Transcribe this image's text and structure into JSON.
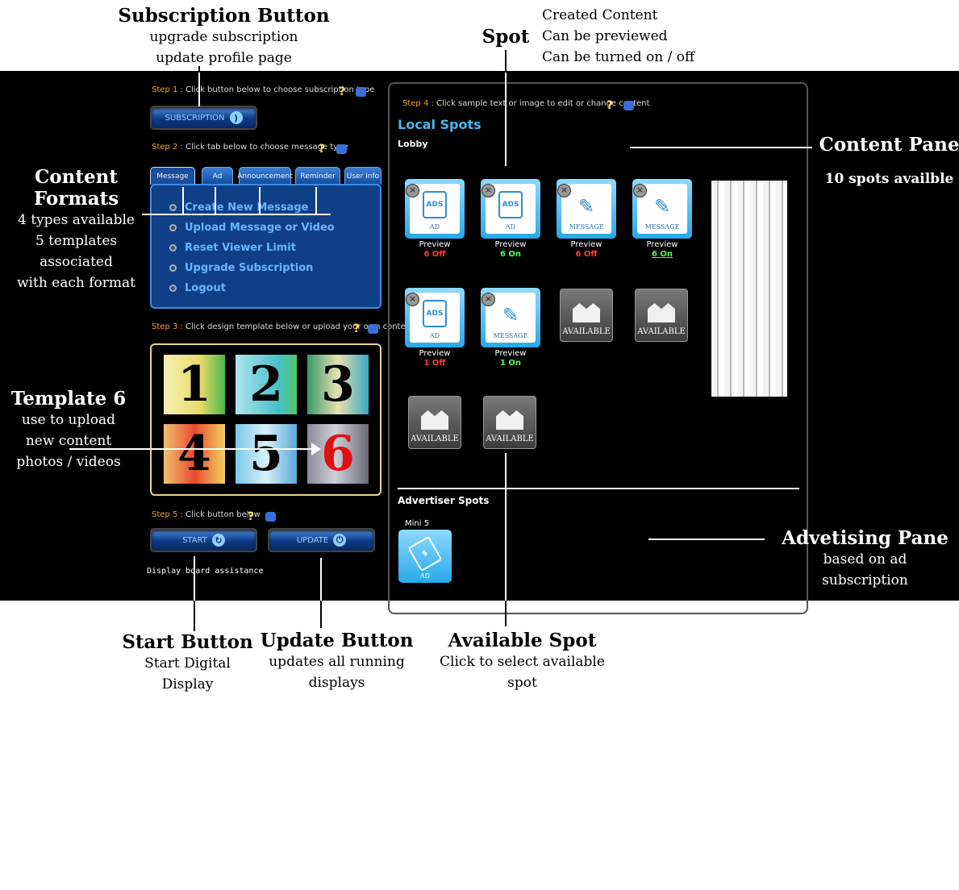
{
  "annotations": {
    "subscription": {
      "title": "Subscription Button",
      "line1": "upgrade subscription",
      "line2": "update profile page"
    },
    "spot": {
      "title": "Spot"
    },
    "created": {
      "line1": "Created Content",
      "line2": "Can be previewed",
      "line3": "Can be turned on / off"
    },
    "content_pane": {
      "title": "Content Pane",
      "sub": "10 spots availble"
    },
    "content_formats": {
      "title": "Content Formats",
      "line1": "4 types available",
      "line2": "5 templates",
      "line3": "associated",
      "line4": "with each format"
    },
    "template6": {
      "title": "Template 6",
      "line1": "use to upload",
      "line2": "new content",
      "line3": "photos / videos"
    },
    "advertising_pane": {
      "title": "Advetising  Pane",
      "line1": "based on ad",
      "line2": "subscription"
    },
    "start": {
      "title": "Start Button",
      "line1": "Start Digital",
      "line2": "Display"
    },
    "update": {
      "title": "Update Button",
      "line1": "updates all running",
      "line2": "displays"
    },
    "available": {
      "title": "Available Spot",
      "line1": "Click to select available",
      "line2": "spot"
    }
  },
  "steps": {
    "s1": {
      "num": "Step 1 :",
      "text": "Click button below to choose subscription type"
    },
    "s2": {
      "num": "Step 2 :",
      "text": "Click tab below to choose message type"
    },
    "s3": {
      "num": "Step 3 :",
      "text": "Click design template below  or upload your own content"
    },
    "s4": {
      "num": "Step 4 :",
      "text": "Click sample text or image to edit or change content"
    },
    "s5": {
      "num": "Step 5 :",
      "text": "Click button below"
    }
  },
  "buttons": {
    "subscription": "SUBSCRIPTION",
    "start": "START",
    "update": "UPDATE"
  },
  "tabs": [
    "Message",
    "Ad",
    "Announcement",
    "Reminder",
    "User Info"
  ],
  "menu": [
    "Create New Message",
    "Upload Message or Video",
    "Reset Viewer Limit",
    "Upgrade Subscription",
    "Logout"
  ],
  "templates": [
    "1",
    "2",
    "3",
    "4",
    "5",
    "6"
  ],
  "assist_text": "Display board assistance",
  "pane": {
    "title": "Local Spots",
    "location": "Lobby",
    "advertiser_title": "Advertiser Spots",
    "mini": "Mini 5"
  },
  "spots": [
    {
      "type": "AD",
      "glyph": "ADS",
      "preview": "Preview",
      "status": "6  Off",
      "state": "off"
    },
    {
      "type": "AD",
      "glyph": "ADS",
      "preview": "Preview",
      "status": "6  On",
      "state": "on"
    },
    {
      "type": "MESSAGE",
      "glyph": "✎",
      "preview": "Preview",
      "status": "6  Off",
      "state": "off"
    },
    {
      "type": "MESSAGE",
      "glyph": "✎",
      "preview": "Preview",
      "status": "6  On",
      "state": "on"
    },
    {
      "type": "AD",
      "glyph": "ADS",
      "preview": "Preview",
      "status": "1  Off",
      "state": "off"
    },
    {
      "type": "MESSAGE",
      "glyph": "✎",
      "preview": "Preview",
      "status": "1  On",
      "state": "on"
    }
  ],
  "available_label": "AVAILABLE",
  "ad_spot_label": "AD",
  "colors": {
    "accent": "#1a4d9a",
    "on": "#55ff55",
    "off": "#ff3a3a",
    "spot": "#27a9e8"
  }
}
